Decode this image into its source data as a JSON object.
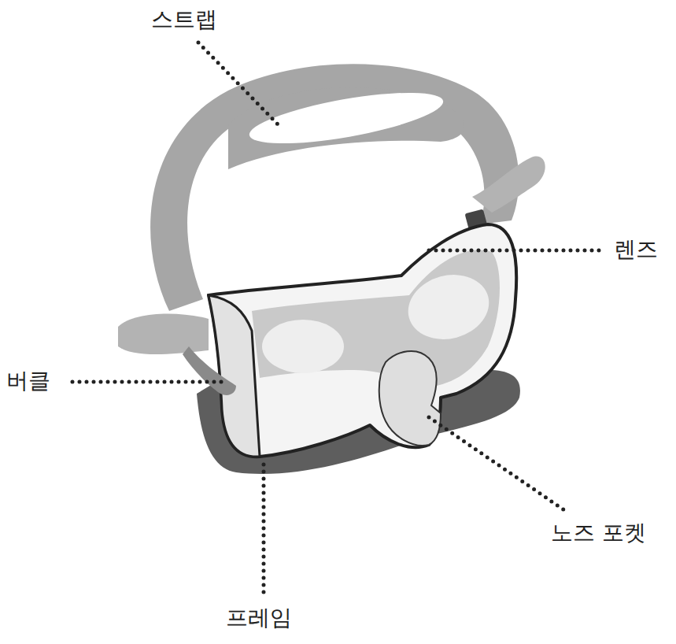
{
  "diagram": {
    "labels": [
      "스트랩",
      "렌즈",
      "버클",
      "노즈 포켓",
      "프레임"
    ]
  }
}
